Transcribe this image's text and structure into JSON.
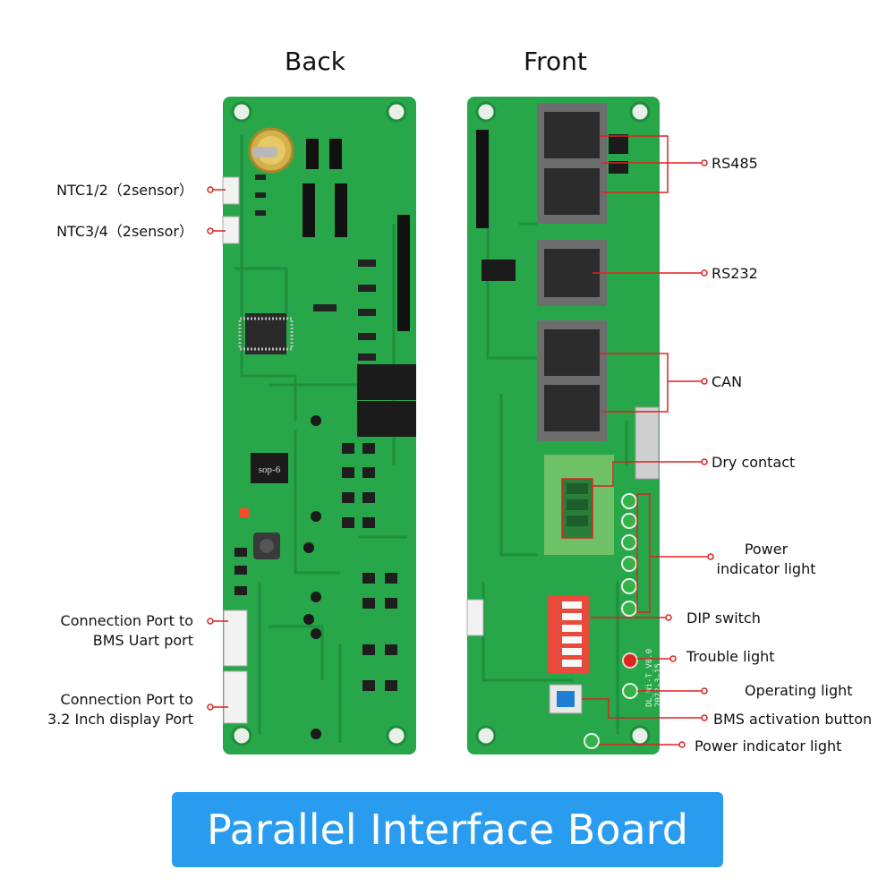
{
  "headings": {
    "back": "Back",
    "front": "Front"
  },
  "labels": {
    "ntc12": "NTC1/2（2sensor）",
    "ntc34": "NTC3/4（2sensor）",
    "bms_port_line1": "Connection Port to",
    "bms_port_line2": "BMS Uart port",
    "display_port_line1": "Connection Port to",
    "display_port_line2": "3.2 Inch display Port",
    "rs485": "RS485",
    "rs232": "RS232",
    "can": "CAN",
    "dry_contact": "Dry contact",
    "power_light_line1": "Power",
    "power_light_line2": "indicator light",
    "dip_switch": "DIP switch",
    "trouble_light": "Trouble light",
    "operating_light": "Operating light",
    "bms_button": "BMS activation button",
    "power_indicator_light": "Power indicator light"
  },
  "board_silkscreen": {
    "sop6": "sop-6",
    "version": "DL_Wi-T_V0.0",
    "date": "2022-3-15"
  },
  "banner": {
    "title": "Parallel Interface Board"
  },
  "colors": {
    "pcb": "#27a64a",
    "pcb_dark": "#1e8c3b",
    "callout": "#e02020",
    "banner": "#2a9cf0"
  }
}
